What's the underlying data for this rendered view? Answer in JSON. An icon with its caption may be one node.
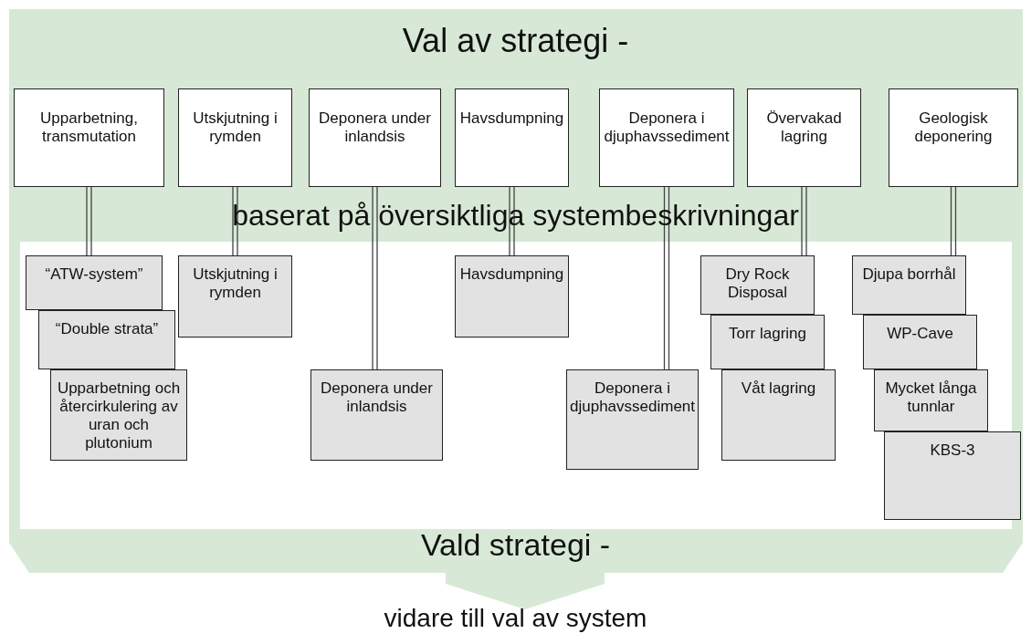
{
  "diagram": {
    "title": "Val av strategi -",
    "nodes": [
      {
        "text": [
          "Upparbetning, transmutation"
        ]
      },
      {
        "text": [
          "Utskjutning i rymden"
        ]
      },
      {
        "text": [
          "Deponera under inlandsis"
        ]
      },
      {
        "text": [
          "Havsdumpning"
        ]
      },
      {
        "text": [
          "Deponera i djuphavssediment"
        ]
      },
      {
        "text": [
          "Övervakad lagring"
        ]
      },
      {
        "text": [
          "Geologisk deponering"
        ]
      },
      {
        "text": [
          "“ATW-system”"
        ]
      },
      {
        "text": [
          "“Double strata”"
        ]
      },
      {
        "text": [
          "Upparbetning och återcirkulering av uran och plutonium"
        ]
      },
      {
        "text": [
          "Utskjutning i rymden"
        ]
      },
      {
        "text": [
          "Deponera under inlandsis"
        ]
      },
      {
        "text": [
          "Havsdumpning"
        ]
      },
      {
        "text": [
          "Deponera i djuphavssediment"
        ]
      },
      {
        "text": [
          "Dry Rock Disposal"
        ]
      },
      {
        "text": [
          "Torr lagring"
        ]
      },
      {
        "text": [
          "Våt lagring"
        ]
      },
      {
        "text": [
          "Djupa borrhål"
        ]
      },
      {
        "text": [
          "WP-Cave"
        ]
      },
      {
        "text": [
          "Mycket långa tunnlar"
        ]
      },
      {
        "text": [
          "KBS-3"
        ]
      }
    ],
    "edges": [
      {
        "from": 0,
        "to": 7,
        "arrow": "none"
      },
      {
        "from": 1,
        "to": 10,
        "arrow": "none"
      },
      {
        "from": 2,
        "to": 11,
        "arrow": "none"
      },
      {
        "from": 3,
        "to": 12,
        "arrow": "none"
      },
      {
        "from": 4,
        "to": 13,
        "arrow": "none"
      },
      {
        "from": 5,
        "to": 14,
        "arrow": "none"
      },
      {
        "from": 6,
        "to": 17,
        "arrow": "none"
      }
    ],
    "labels": [
      "baserat på översiktliga systembeskrivningar",
      "Vald strategi -",
      "vidare till val av system"
    ]
  }
}
